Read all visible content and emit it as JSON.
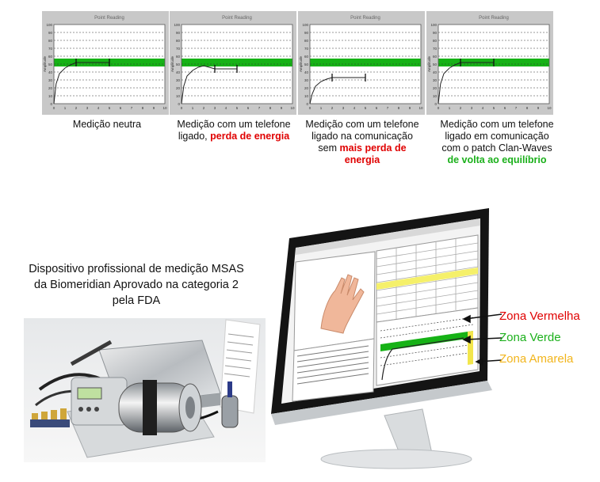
{
  "charts": [
    {
      "title": "Point Reading",
      "ylabel": "Amplitude",
      "yticks": [
        "100",
        "90",
        "80",
        "70",
        "60",
        "50",
        "40",
        "30",
        "20",
        "10",
        "0"
      ],
      "xticks": [
        "0",
        "1",
        "2",
        "3",
        "4",
        "5",
        "6",
        "7",
        "8",
        "9",
        "10"
      ]
    },
    {
      "title": "Point Reading",
      "ylabel": "Amplitude",
      "yticks": [
        "100",
        "90",
        "80",
        "70",
        "60",
        "50",
        "40",
        "30",
        "20",
        "10",
        "0"
      ],
      "xticks": [
        "0",
        "1",
        "2",
        "3",
        "4",
        "5",
        "6",
        "7",
        "8",
        "9",
        "10"
      ]
    },
    {
      "title": "Point Reading",
      "ylabel": "Amplitude",
      "yticks": [
        "100",
        "90",
        "80",
        "70",
        "60",
        "50",
        "40",
        "30",
        "20",
        "10",
        "0"
      ],
      "xticks": [
        "0",
        "1",
        "2",
        "3",
        "4",
        "5",
        "6",
        "7",
        "8",
        "9",
        "10"
      ]
    },
    {
      "title": "Point Reading",
      "ylabel": "Amplitude",
      "yticks": [
        "100",
        "90",
        "80",
        "70",
        "60",
        "50",
        "40",
        "30",
        "20",
        "10",
        "0"
      ],
      "xticks": [
        "0",
        "1",
        "2",
        "3",
        "4",
        "5",
        "6",
        "7",
        "8",
        "9",
        "10"
      ]
    }
  ],
  "chart_data": [
    {
      "type": "line",
      "title": "Point Reading",
      "ylabel": "Amplitude",
      "ylim": [
        0,
        100
      ],
      "xlim": [
        0,
        10
      ],
      "green_band": [
        47,
        57
      ],
      "x": [
        0,
        0.2,
        0.5,
        1,
        1.5,
        2,
        5
      ],
      "y": [
        0,
        25,
        38,
        45,
        49,
        52,
        52
      ]
    },
    {
      "type": "line",
      "title": "Point Reading",
      "ylabel": "Amplitude",
      "ylim": [
        0,
        100
      ],
      "xlim": [
        0,
        10
      ],
      "green_band": [
        47,
        57
      ],
      "x": [
        0,
        0.2,
        0.5,
        1,
        1.5,
        2,
        2.5,
        3,
        5
      ],
      "y": [
        0,
        22,
        35,
        42,
        46,
        48,
        46,
        44,
        44
      ]
    },
    {
      "type": "line",
      "title": "Point Reading",
      "ylabel": "Amplitude",
      "ylim": [
        0,
        100
      ],
      "xlim": [
        0,
        10
      ],
      "green_band": [
        47,
        57
      ],
      "x": [
        0,
        0.2,
        0.5,
        1,
        1.5,
        2,
        5
      ],
      "y": [
        0,
        12,
        22,
        28,
        31,
        33,
        33
      ]
    },
    {
      "type": "line",
      "title": "Point Reading",
      "ylabel": "Amplitude",
      "ylim": [
        0,
        100
      ],
      "xlim": [
        0,
        10
      ],
      "green_band": [
        47,
        57
      ],
      "x": [
        0,
        0.2,
        0.5,
        1,
        1.5,
        2,
        5
      ],
      "y": [
        0,
        25,
        38,
        45,
        49,
        52,
        52
      ]
    }
  ],
  "captions": {
    "c1": "Medição neutra",
    "c2a": "Medição com um telefone",
    "c2b": "ligado, ",
    "c2c": "perda de energia",
    "c3a": "Medição com um telefone",
    "c3b": "ligado na comunicação",
    "c3c": "sem ",
    "c3d": "mais perda de",
    "c3e": "energia",
    "c4a": "Medição com um telefone",
    "c4b": "ligado em comunicação",
    "c4c": "com o patch Clan-Waves",
    "c4d": "de volta ao equilíbrio"
  },
  "device_title": "Dispositivo profissional de medição MSAS da Biomeridian Aprovado na categoria 2 pela FDA",
  "zones": {
    "red": "Zona Vermelha",
    "green": "Zona Verde",
    "yellow": "Zona Amarela"
  },
  "colors": {
    "red": "#e00000",
    "green": "#1bb01b",
    "yellow": "#f2b51c",
    "band": "#16b216"
  }
}
